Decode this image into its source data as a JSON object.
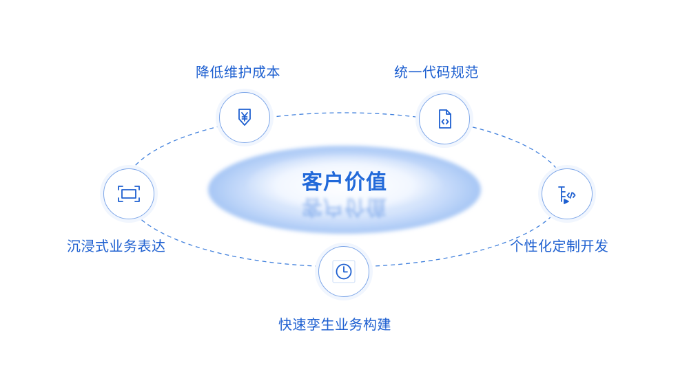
{
  "center": {
    "title": "客户价值"
  },
  "nodes": [
    {
      "id": "cost",
      "label": "降低维护成本",
      "icon": "yen-download-icon"
    },
    {
      "id": "code",
      "label": "统一代码规范",
      "icon": "code-file-icon"
    },
    {
      "id": "custom",
      "label": "个性化定制开发",
      "icon": "code-tree-icon"
    },
    {
      "id": "fast",
      "label": "快速孪生业务构建",
      "icon": "clock-icon"
    },
    {
      "id": "immersive",
      "label": "沉浸式业务表达",
      "icon": "fullscreen-frame-icon"
    }
  ],
  "colors": {
    "accent": "#1d5fd0",
    "ring": "#3f7fdc",
    "glow": "#a9c8f7"
  }
}
